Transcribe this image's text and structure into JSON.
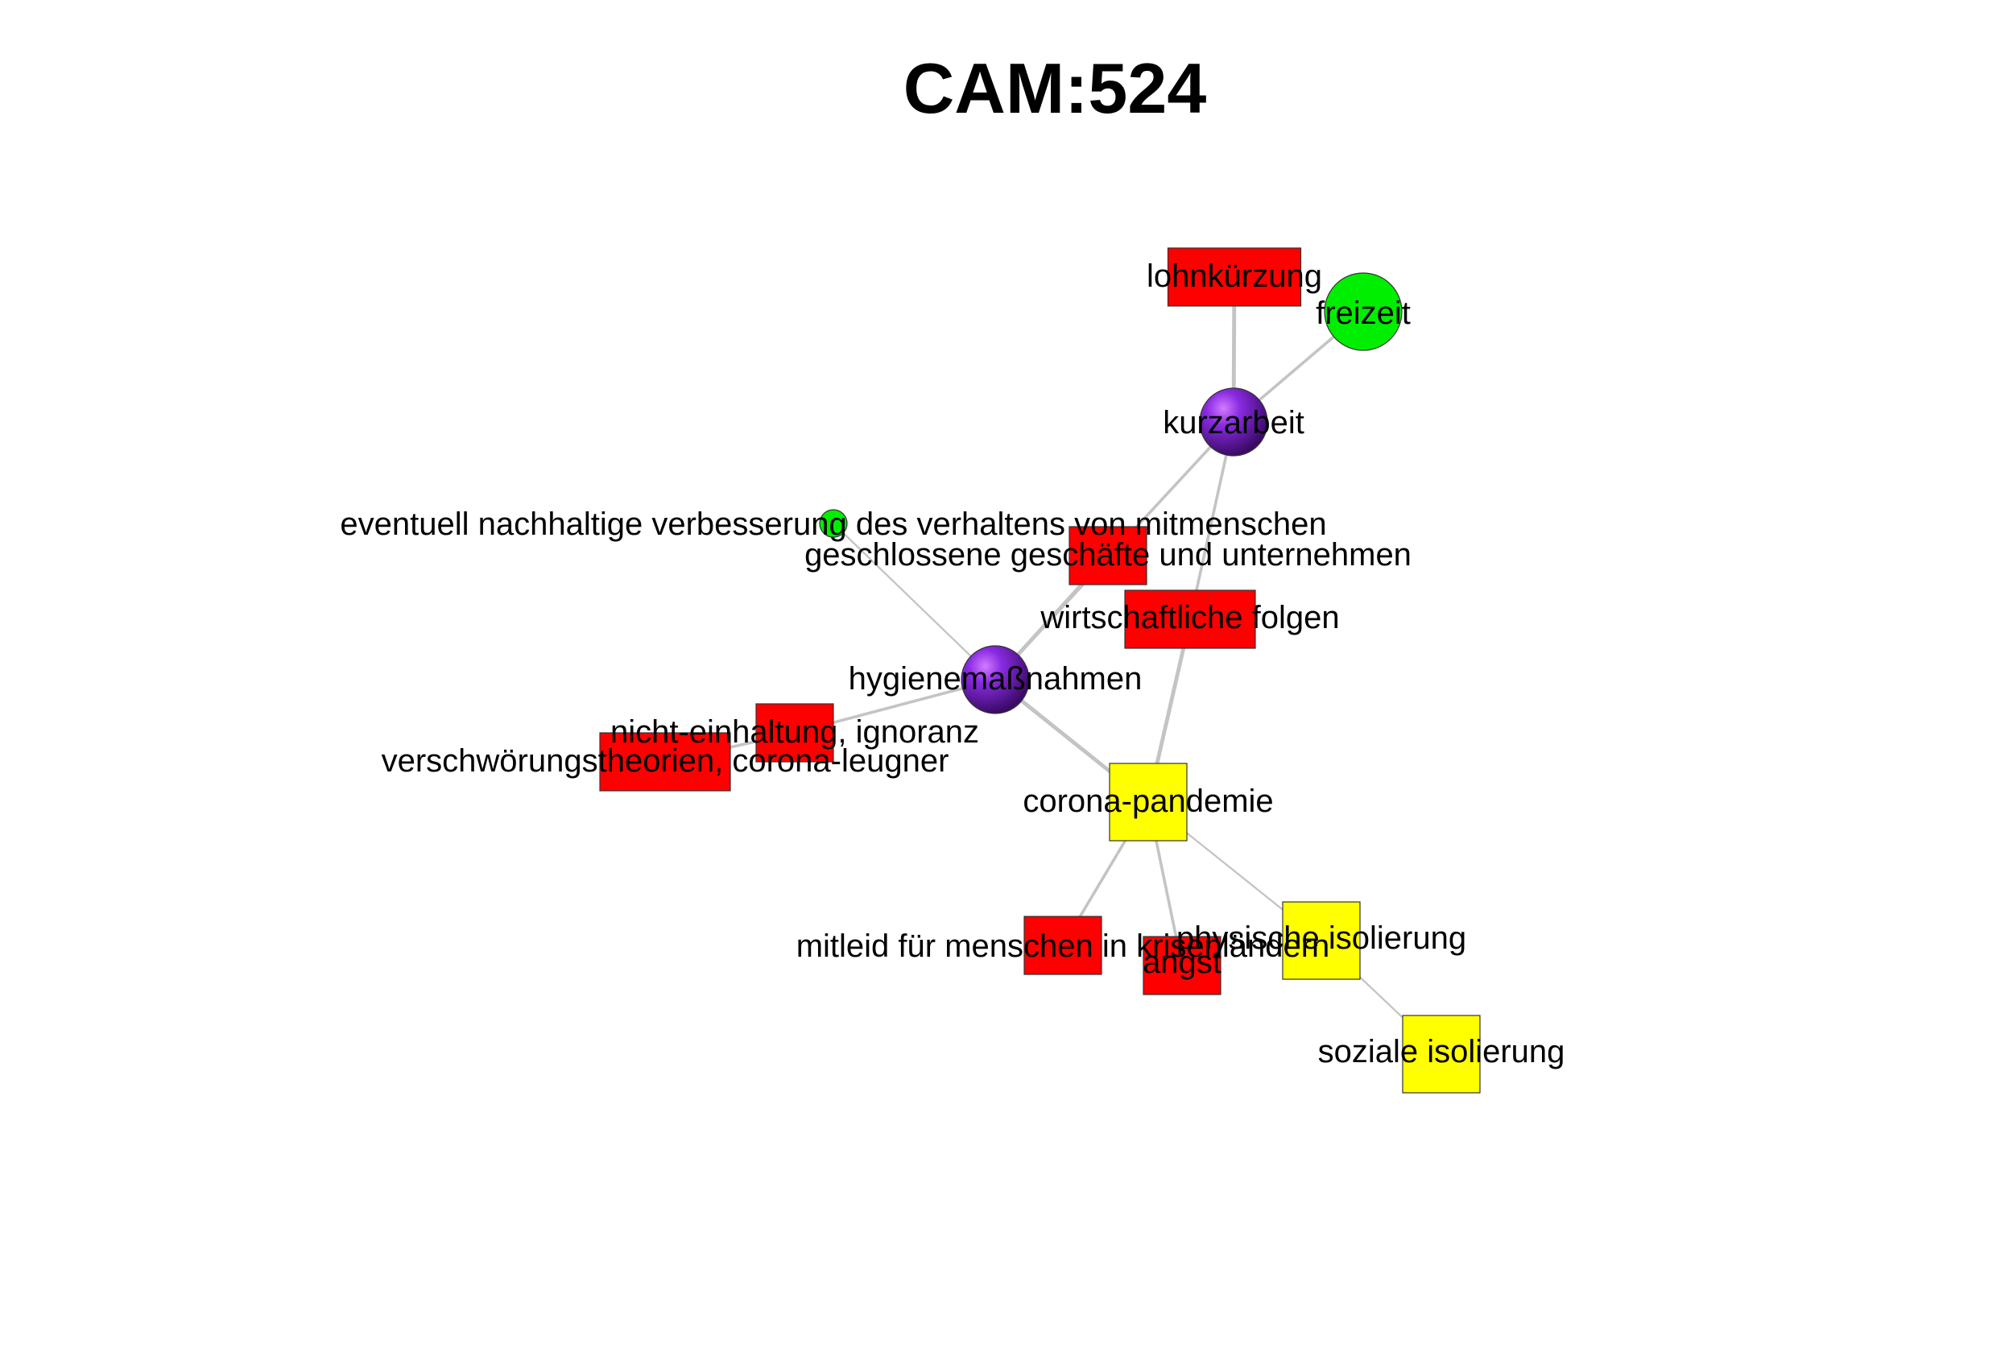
{
  "title": "CAM:524",
  "colors": {
    "negative": "#ff0000",
    "positive": "#00ee00",
    "neutral": "#ffff00",
    "ambivalent": "#8a2be2",
    "edge": "#c4c4c4"
  },
  "nodes": [
    {
      "id": "lohnkuerzung",
      "label": "lohnkürzung",
      "shape": "rect",
      "valence": "negative"
    },
    {
      "id": "freizeit",
      "label": "freizeit",
      "shape": "circle",
      "valence": "positive"
    },
    {
      "id": "kurzarbeit",
      "label": "kurzarbeit",
      "shape": "sphere",
      "valence": "ambivalent"
    },
    {
      "id": "eventuell",
      "label": "eventuell nachhaltige verbesserung des verhaltens von mitmenschen",
      "shape": "circle",
      "valence": "positive"
    },
    {
      "id": "geschlossene",
      "label": "geschlossene geschäfte und unternehmen",
      "shape": "rect",
      "valence": "negative"
    },
    {
      "id": "wirtschaftliche",
      "label": "wirtschaftliche folgen",
      "shape": "rect",
      "valence": "negative"
    },
    {
      "id": "hygiene",
      "label": "hygienemaßnahmen",
      "shape": "sphere",
      "valence": "ambivalent"
    },
    {
      "id": "nichteinhaltung",
      "label": "nicht-einhaltung, ignoranz",
      "shape": "rect",
      "valence": "negative"
    },
    {
      "id": "verschwoerung",
      "label": "verschwörungstheorien, corona-leugner",
      "shape": "rect",
      "valence": "negative"
    },
    {
      "id": "corona",
      "label": "corona-pandemie",
      "shape": "square",
      "valence": "neutral"
    },
    {
      "id": "mitleid",
      "label": "mitleid für menschen in krisenländern",
      "shape": "rect",
      "valence": "negative"
    },
    {
      "id": "angst",
      "label": "angst",
      "shape": "rect",
      "valence": "negative"
    },
    {
      "id": "physische",
      "label": "physische isolierung",
      "shape": "square",
      "valence": "neutral"
    },
    {
      "id": "soziale",
      "label": "soziale isolierung",
      "shape": "square",
      "valence": "neutral"
    }
  ],
  "edges": [
    {
      "from": "lohnkuerzung",
      "to": "kurzarbeit",
      "weight": 3
    },
    {
      "from": "freizeit",
      "to": "kurzarbeit",
      "weight": 2
    },
    {
      "from": "kurzarbeit",
      "to": "hygiene",
      "weight": 2
    },
    {
      "from": "kurzarbeit",
      "to": "wirtschaftliche",
      "weight": 2
    },
    {
      "from": "eventuell",
      "to": "hygiene",
      "weight": 1
    },
    {
      "from": "geschlossene",
      "to": "hygiene",
      "weight": 3
    },
    {
      "from": "wirtschaftliche",
      "to": "corona",
      "weight": 3
    },
    {
      "from": "hygiene",
      "to": "corona",
      "weight": 3
    },
    {
      "from": "hygiene",
      "to": "nichteinhaltung",
      "weight": 2
    },
    {
      "from": "nichteinhaltung",
      "to": "verschwoerung",
      "weight": 2
    },
    {
      "from": "corona",
      "to": "mitleid",
      "weight": 2
    },
    {
      "from": "corona",
      "to": "angst",
      "weight": 2
    },
    {
      "from": "corona",
      "to": "physische",
      "weight": 1
    },
    {
      "from": "physische",
      "to": "soziale",
      "weight": 1
    }
  ]
}
